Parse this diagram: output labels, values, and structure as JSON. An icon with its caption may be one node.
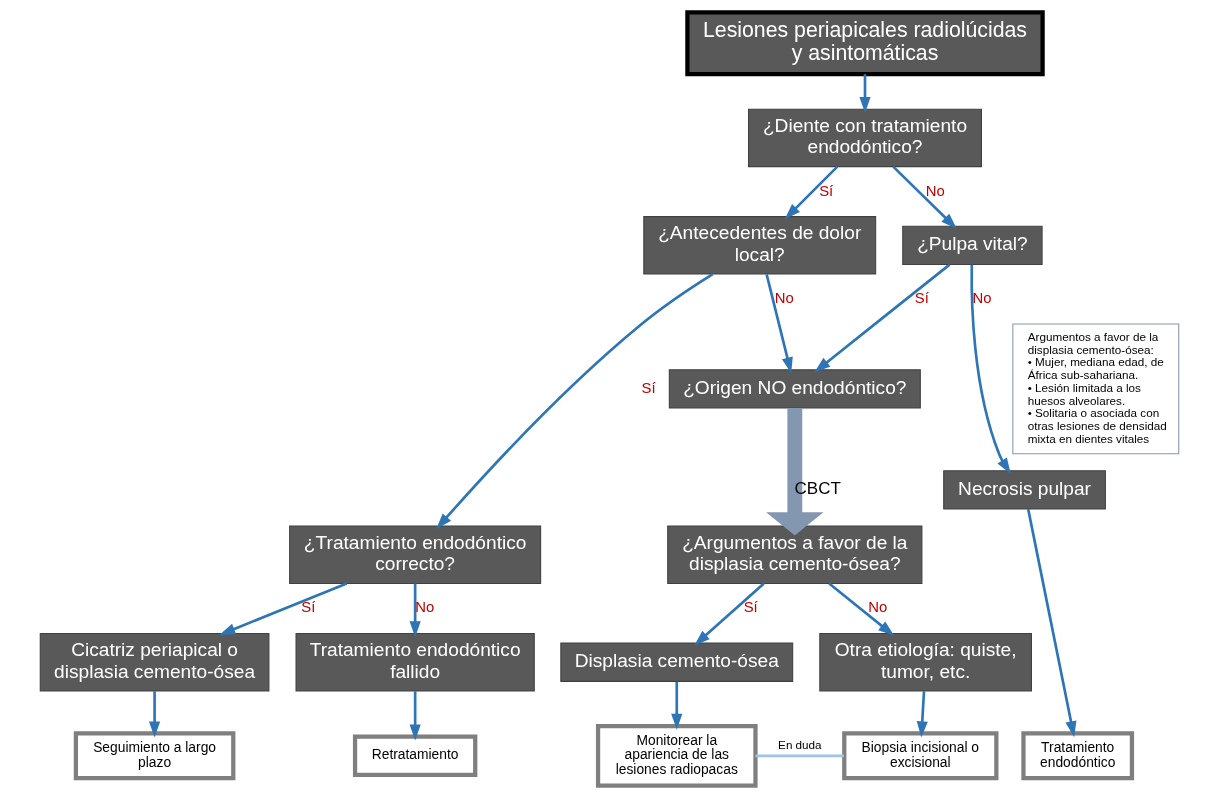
{
  "diagram": {
    "nodes": [
      {
        "text": [
          "Lesiones periapicales radiolúcidas y asintomáticas"
        ]
      },
      {
        "text": [
          "¿Diente con tratamiento endodóntico?"
        ]
      },
      {
        "text": [
          "¿Antecedentes de dolor local?"
        ]
      },
      {
        "text": [
          "¿Pulpa vital?"
        ]
      },
      {
        "text": [
          "¿Tratamiento endodóntico correcto?"
        ]
      },
      {
        "text": [
          "¿Origen NO endodóntico?"
        ]
      },
      {
        "text": [
          "¿Argumentos a favor de la displasia cemento-ósea?"
        ]
      },
      {
        "text": [
          "Cicatriz periapical o displasia cemento-ósea"
        ]
      },
      {
        "text": [
          "Tratamiento endodóntico fallido"
        ]
      },
      {
        "text": [
          "Displasia cemento-ósea"
        ]
      },
      {
        "text": [
          "Otra etiología: quiste, tumor, etc."
        ]
      },
      {
        "text": [
          "Necrosis pulpar"
        ]
      },
      {
        "text": [
          "Seguimiento a largo plazo"
        ]
      },
      {
        "text": [
          "Retratamiento"
        ]
      },
      {
        "text": [
          "Monitorear la apariencia de las lesiones radiopacas"
        ]
      },
      {
        "text": [
          "Biopsia incisional o excisional"
        ]
      },
      {
        "text": [
          "Tratamiento endodóntico"
        ]
      },
      {
        "text": [
          "Argumentos a favor de la displasia cemento-ósea:",
          "• Mujer, mediana edad, de África sub-sahariana.",
          "• Lesión limitada a los huesos alveolares.",
          "• Solitaria o asociada con otras lesiones de densidad mixta en dientes vitales"
        ]
      }
    ],
    "edges": [
      {
        "from": 0,
        "to": 1,
        "arrow": "to"
      },
      {
        "from": 1,
        "to": 2,
        "arrow": "to",
        "label": "Sí"
      },
      {
        "from": 1,
        "to": 3,
        "arrow": "to",
        "label": "No"
      },
      {
        "from": 2,
        "to": 4,
        "arrow": "to",
        "label": "Sí"
      },
      {
        "from": 2,
        "to": 5,
        "arrow": "to",
        "label": "No"
      },
      {
        "from": 3,
        "to": 5,
        "arrow": "to",
        "label": "Sí"
      },
      {
        "from": 3,
        "to": 11,
        "arrow": "to",
        "label": "No"
      },
      {
        "from": 4,
        "to": 7,
        "arrow": "to",
        "label": "Sí"
      },
      {
        "from": 4,
        "to": 8,
        "arrow": "to",
        "label": "No"
      },
      {
        "from": 5,
        "to": 6,
        "arrow": "to",
        "label": "CBCT",
        "style": "thick",
        "color": "#8497b0"
      },
      {
        "from": 6,
        "to": 9,
        "arrow": "to",
        "label": "Sí"
      },
      {
        "from": 6,
        "to": 10,
        "arrow": "to",
        "label": "No"
      },
      {
        "from": 7,
        "to": 12,
        "arrow": "to"
      },
      {
        "from": 8,
        "to": 13,
        "arrow": "to"
      },
      {
        "from": 9,
        "to": 14,
        "arrow": "to"
      },
      {
        "from": 10,
        "to": 15,
        "arrow": "to"
      },
      {
        "from": 11,
        "to": 16,
        "arrow": "to"
      },
      {
        "from": 14,
        "to": 15,
        "arrow": "none",
        "label": "En duda",
        "color": "#9dc3e6"
      }
    ]
  }
}
